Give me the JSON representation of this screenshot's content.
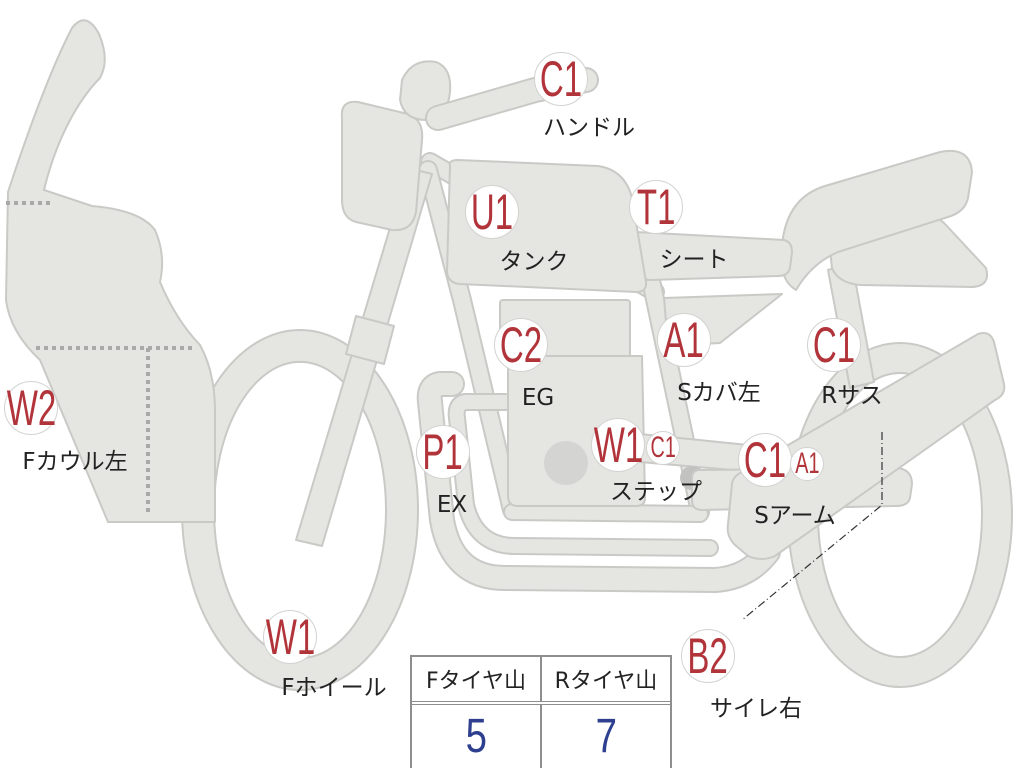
{
  "markers": {
    "handle": {
      "code": "C1",
      "label": "ハンドル"
    },
    "tank": {
      "code": "U1",
      "label": "タンク"
    },
    "seat": {
      "code": "T1",
      "label": "シート"
    },
    "engine": {
      "code": "C2",
      "label": "EG"
    },
    "side_cover_left": {
      "code": "A1",
      "label": "Sカバ左"
    },
    "rear_suspension": {
      "code": "C1",
      "label": "Rサス"
    },
    "front_cowl_left": {
      "code": "W2",
      "label": "Fカウル左"
    },
    "exhaust": {
      "code": "P1",
      "label": "EX"
    },
    "step": {
      "code": "W1",
      "code_secondary": "C1",
      "label": "ステップ"
    },
    "swing_arm": {
      "code": "C1",
      "code_secondary": "A1",
      "label": "Sアーム"
    },
    "front_wheel": {
      "code": "W1",
      "label": "Fホイール"
    },
    "silencer_right": {
      "code": "B2",
      "label": "サイレ右"
    }
  },
  "tire_tread": {
    "headers": [
      "Fタイヤ山",
      "Rタイヤ山"
    ],
    "values": [
      5,
      7
    ]
  },
  "colors": {
    "body_fill": "#e5e5e2",
    "body_outline": "#c9c9c6",
    "code_text": "#b2343b",
    "label_text": "#222222",
    "value_text": "#2d3f8e",
    "table_border": "#8e8e8e",
    "dotted_line": "#a9a9a7",
    "leader_line": "#333333"
  }
}
